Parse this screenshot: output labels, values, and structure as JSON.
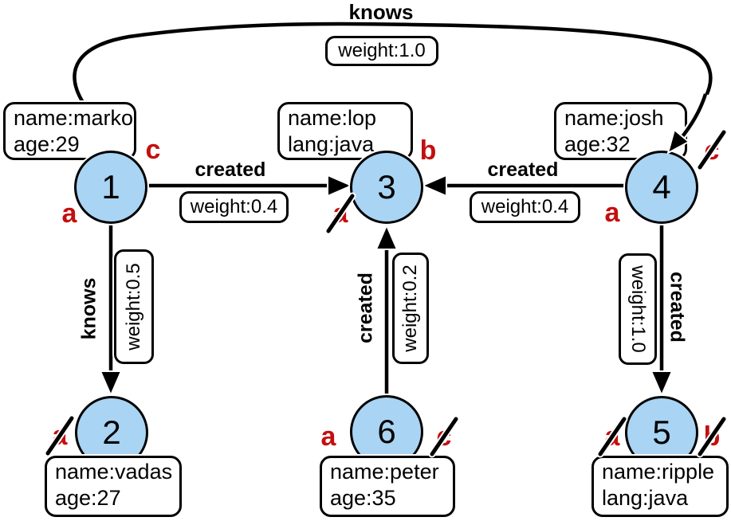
{
  "graph": {
    "colors": {
      "node_fill": "#a9d4f3",
      "badge_red": "#c40f0f"
    },
    "nodes": [
      {
        "id": "1",
        "line1": "name:marko",
        "line2": "age:29"
      },
      {
        "id": "2",
        "line1": "name:vadas",
        "line2": "age:27"
      },
      {
        "id": "3",
        "line1": "name:lop",
        "line2": "lang:java"
      },
      {
        "id": "4",
        "line1": "name:josh",
        "line2": "age:32"
      },
      {
        "id": "5",
        "line1": "name:ripple",
        "line2": "lang:java"
      },
      {
        "id": "6",
        "line1": "name:peter",
        "line2": "age:35"
      }
    ],
    "edges": [
      {
        "from": "1",
        "to": "4",
        "label": "knows",
        "weight": "weight:1.0"
      },
      {
        "from": "1",
        "to": "3",
        "label": "created",
        "weight": "weight:0.4"
      },
      {
        "from": "4",
        "to": "3",
        "label": "created",
        "weight": "weight:0.4"
      },
      {
        "from": "1",
        "to": "2",
        "label": "knows",
        "weight": "weight:0.5"
      },
      {
        "from": "6",
        "to": "3",
        "label": "created",
        "weight": "weight:0.2"
      },
      {
        "from": "4",
        "to": "5",
        "label": "created",
        "weight": "weight:1.0"
      }
    ],
    "markers": [
      {
        "node": "1",
        "letter": "c",
        "struck": false
      },
      {
        "node": "1",
        "letter": "a",
        "struck": false
      },
      {
        "node": "3",
        "letter": "b",
        "struck": false
      },
      {
        "node": "3",
        "letter": "a",
        "struck": true
      },
      {
        "node": "4",
        "letter": "c",
        "struck": true
      },
      {
        "node": "4",
        "letter": "a",
        "struck": false
      },
      {
        "node": "2",
        "letter": "a",
        "struck": true
      },
      {
        "node": "6",
        "letter": "a",
        "struck": false
      },
      {
        "node": "6",
        "letter": "c",
        "struck": true
      },
      {
        "node": "5",
        "letter": "a",
        "struck": true
      },
      {
        "node": "5",
        "letter": "b",
        "struck": true
      }
    ]
  }
}
